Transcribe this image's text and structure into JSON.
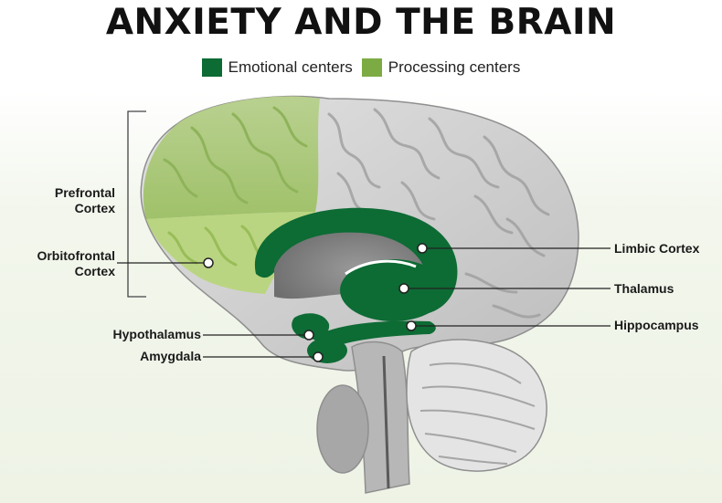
{
  "title": "ANXIETY AND THE BRAIN",
  "legend": [
    {
      "label": "Emotional centers",
      "color": "#0d6b34"
    },
    {
      "label": "Processing centers",
      "color": "#7cab44"
    }
  ],
  "labels": {
    "prefrontal_1": "Prefrontal",
    "prefrontal_2": "Cortex",
    "orbitofrontal_1": "Orbitofrontal",
    "orbitofrontal_2": "Cortex",
    "hypothalamus": "Hypothalamus",
    "amygdala": "Amygdala",
    "limbic_cortex": "Limbic Cortex",
    "thalamus": "Thalamus",
    "hippocampus": "Hippocampus"
  }
}
